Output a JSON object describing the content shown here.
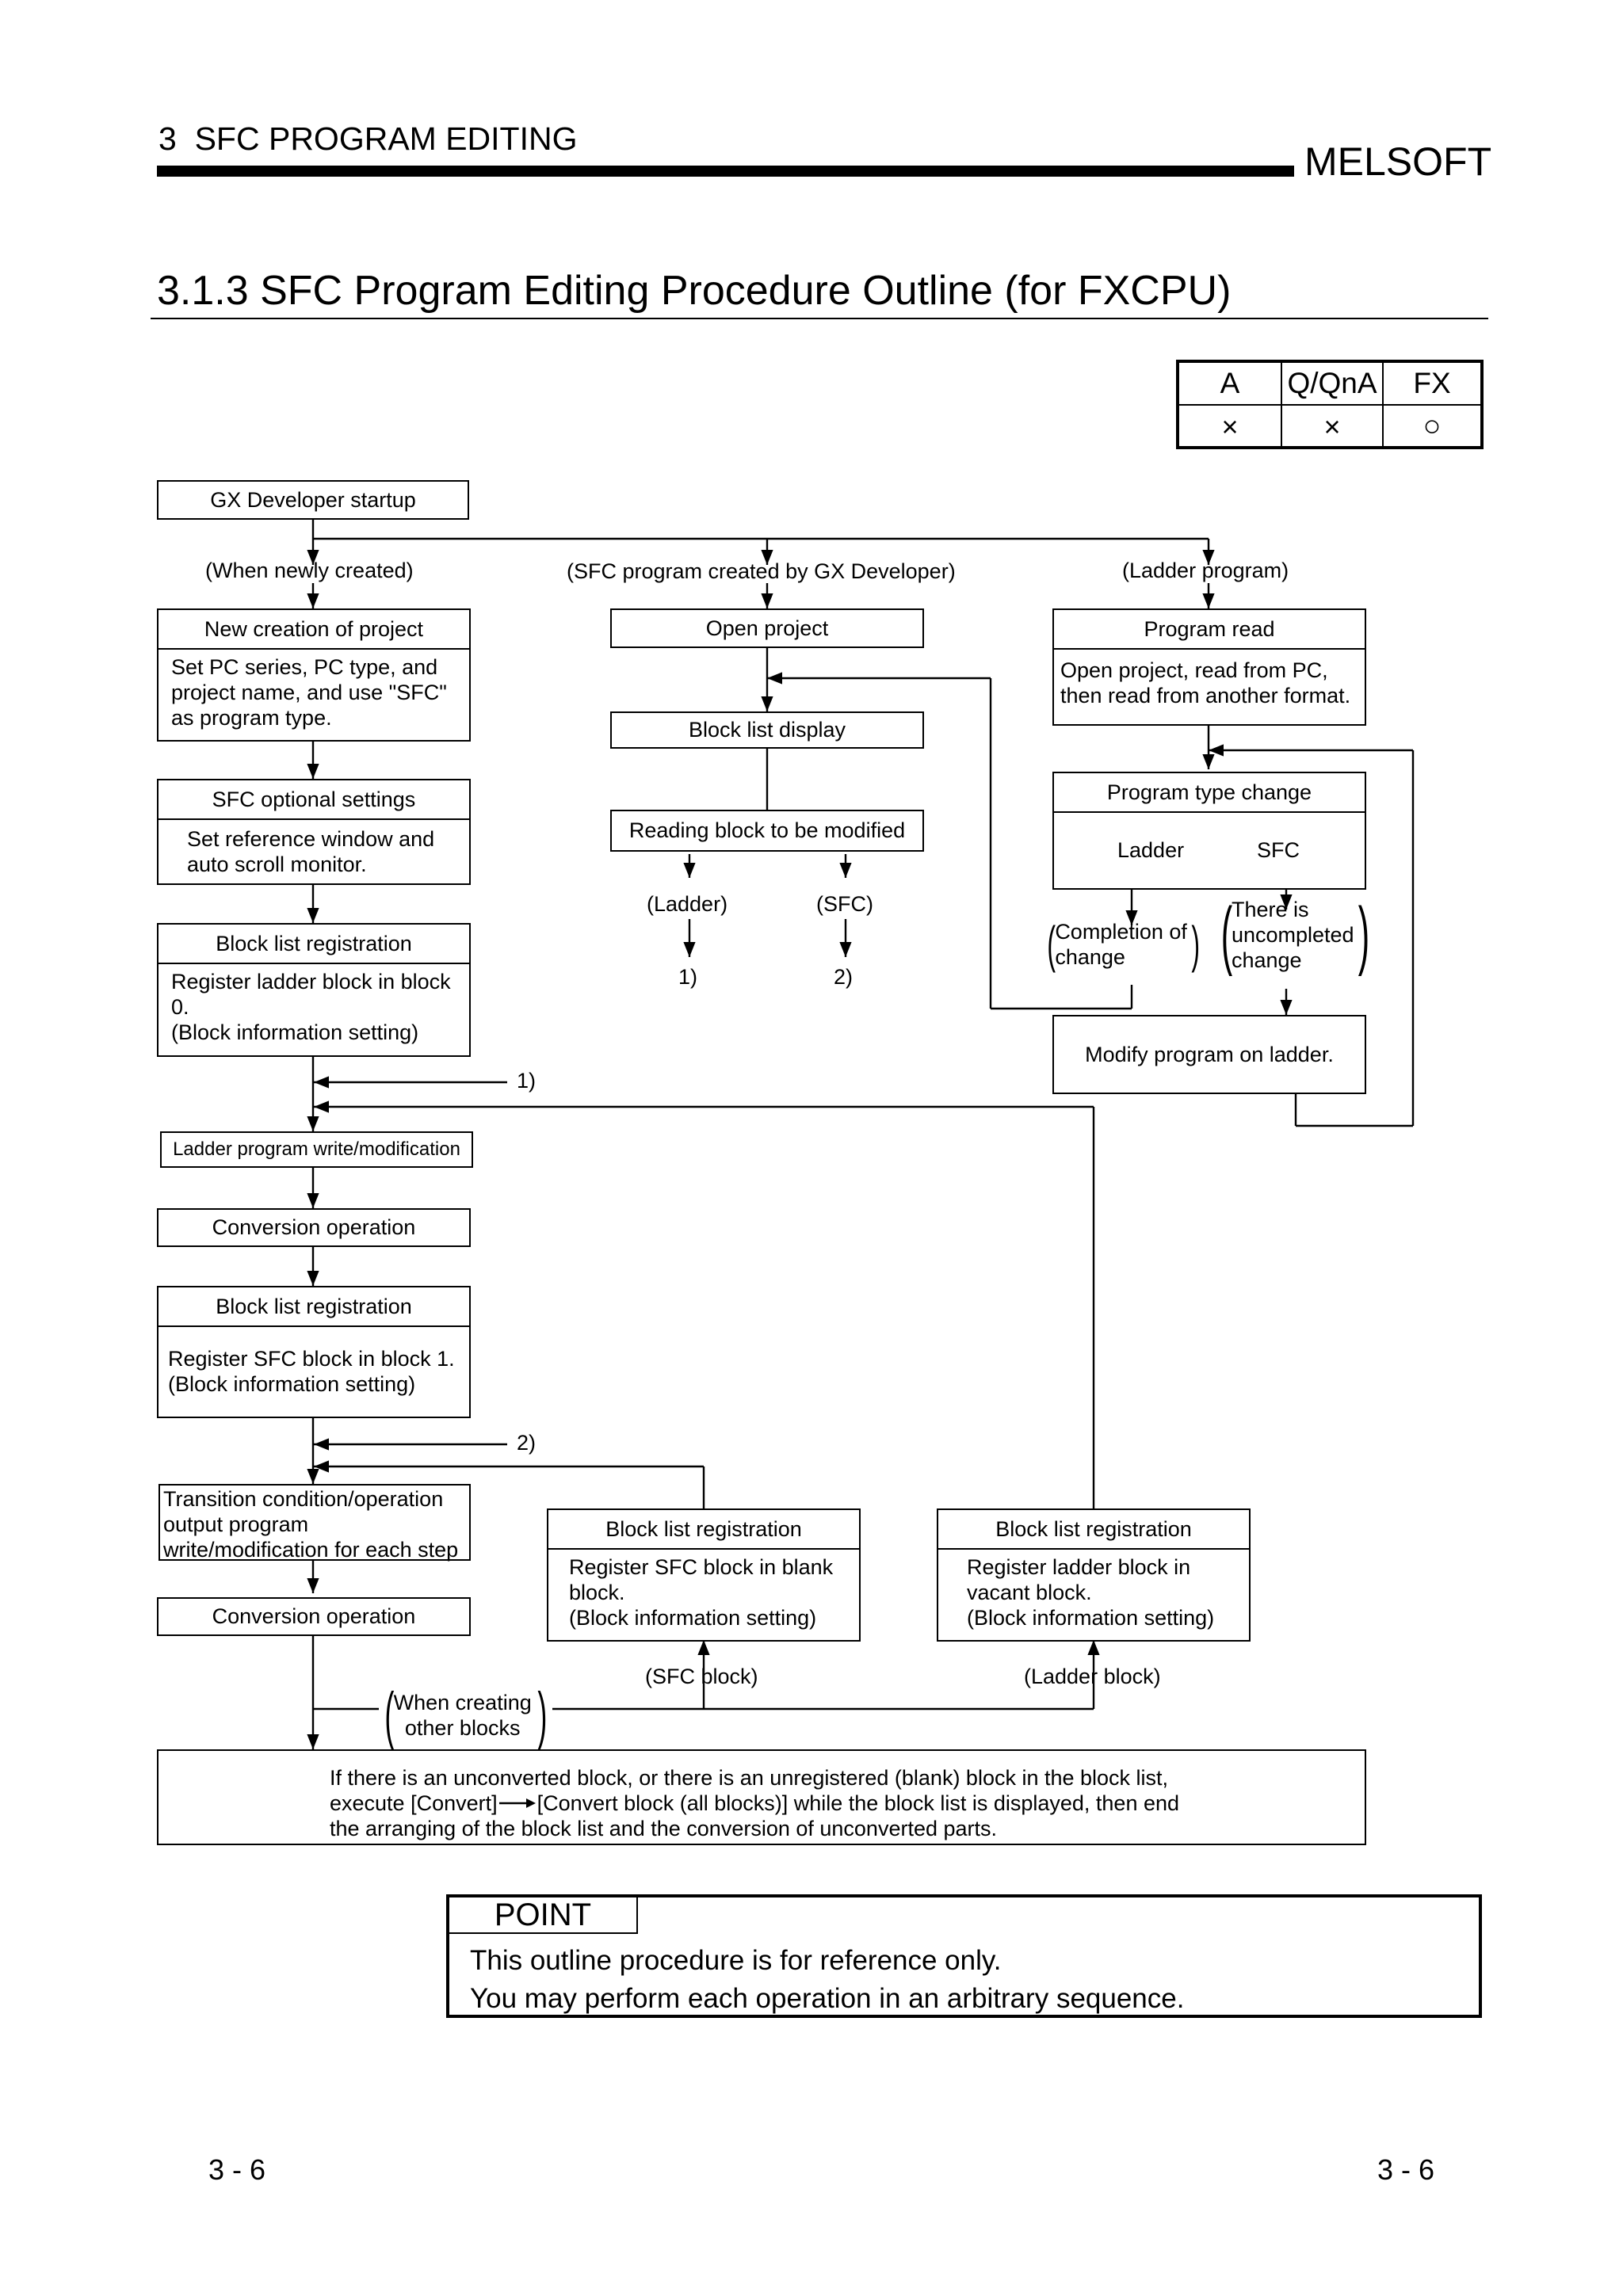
{
  "header": {
    "chapter": "3  SFC PROGRAM EDITING",
    "brand": "MELSOFT"
  },
  "section": {
    "title": "3.1.3 SFC Program Editing Procedure Outline (for FXCPU)"
  },
  "compat_table": {
    "headers": [
      "A",
      "Q/QnA",
      "FX"
    ],
    "values": [
      "×",
      "×",
      "○"
    ]
  },
  "flow": {
    "startup": "GX Developer startup",
    "branch_new": "(When newly created)",
    "branch_sfc": "(SFC program created by GX Developer)",
    "branch_ladder": "(Ladder program)",
    "new_project": {
      "title": "New creation of project",
      "body": "Set PC series, PC type, and\nproject name, and use \"SFC\"\nas program type."
    },
    "sfc_options": {
      "title": "SFC optional settings",
      "body": "Set reference window and\nauto scroll monitor."
    },
    "block_reg1": {
      "title": "Block list registration",
      "body": "Register ladder block in block\n0.\n(Block information setting)"
    },
    "ref1": "1)",
    "ladder_write": "Ladder program write/modification",
    "conversion1": "Conversion operation",
    "block_reg2": {
      "title": "Block list registration",
      "body": "Register SFC block in block 1.\n(Block information setting)"
    },
    "ref2": "2)",
    "transition": "Transition condition/operation\noutput program\nwrite/modification for each step",
    "conversion2": "Conversion operation",
    "open_project": "Open project",
    "block_list_display": "Block list display",
    "reading_block": "Reading block to be modified",
    "mid_ladder": "(Ladder)",
    "mid_sfc": "(SFC)",
    "mid_ref1": "1)",
    "mid_ref2": "2)",
    "program_read": {
      "title": "Program read",
      "body": "Open project, read from PC,\nthen read from another format."
    },
    "type_change": {
      "title": "Program type change",
      "from": "Ladder",
      "to": "SFC"
    },
    "completion": "Completion of\nchange",
    "uncompleted": "There is\nuncompleted\nchange",
    "modify_ladder": "Modify program on ladder.",
    "block_reg_sfc": {
      "title": "Block list registration",
      "body": "Register SFC block in blank\nblock.\n(Block information setting)"
    },
    "block_reg_ladder": {
      "title": "Block list registration",
      "body": "Register ladder block in\nvacant block.\n(Block information setting)"
    },
    "sfc_block": "(SFC block)",
    "ladder_block": "(Ladder block)",
    "when_creating": "When creating\nother blocks",
    "final_note": {
      "line1": "If there is an unconverted block, or there is an unregistered (blank) block in the block list,",
      "line2a": "execute [Convert]",
      "line2b": "[Convert block (all blocks)] while the block list is displayed, then end",
      "line3": "the arranging of the block list and the conversion of unconverted parts."
    }
  },
  "point": {
    "label": "POINT",
    "line1": "This outline procedure is for reference only.",
    "line2": "You may perform each operation in an arbitrary sequence."
  },
  "footer": {
    "left": "3 - 6",
    "right": "3 - 6"
  }
}
